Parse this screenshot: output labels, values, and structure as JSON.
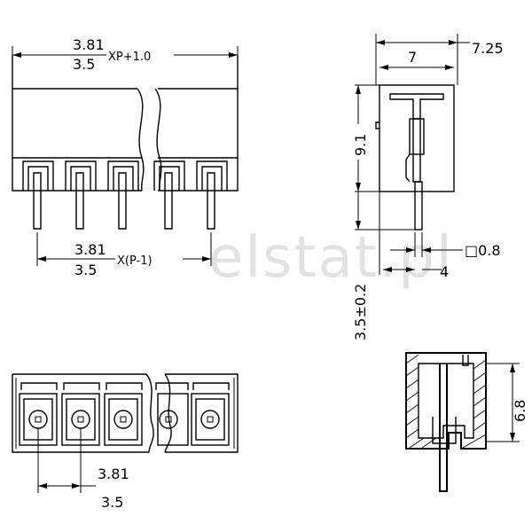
{
  "watermark": "elstat.pl",
  "front_view": {
    "top_dim_upper": "3.81",
    "top_dim_lower": "3.5",
    "top_dim_formula": "XP+1.0",
    "pitch_dim_upper": "3.81",
    "pitch_dim_lower": "3.5",
    "pitch_dim_formula": "X(P-1)"
  },
  "side_view": {
    "overall_width": "7.25",
    "body_width": "7",
    "body_height": "9.1",
    "pin_length": "3.5±0.2",
    "pin_offset": "4",
    "pin_square": "□0.8"
  },
  "bottom_view": {
    "pitch_upper": "3.81",
    "pitch_lower": "3.5"
  },
  "section_view": {
    "height": "6.8"
  }
}
